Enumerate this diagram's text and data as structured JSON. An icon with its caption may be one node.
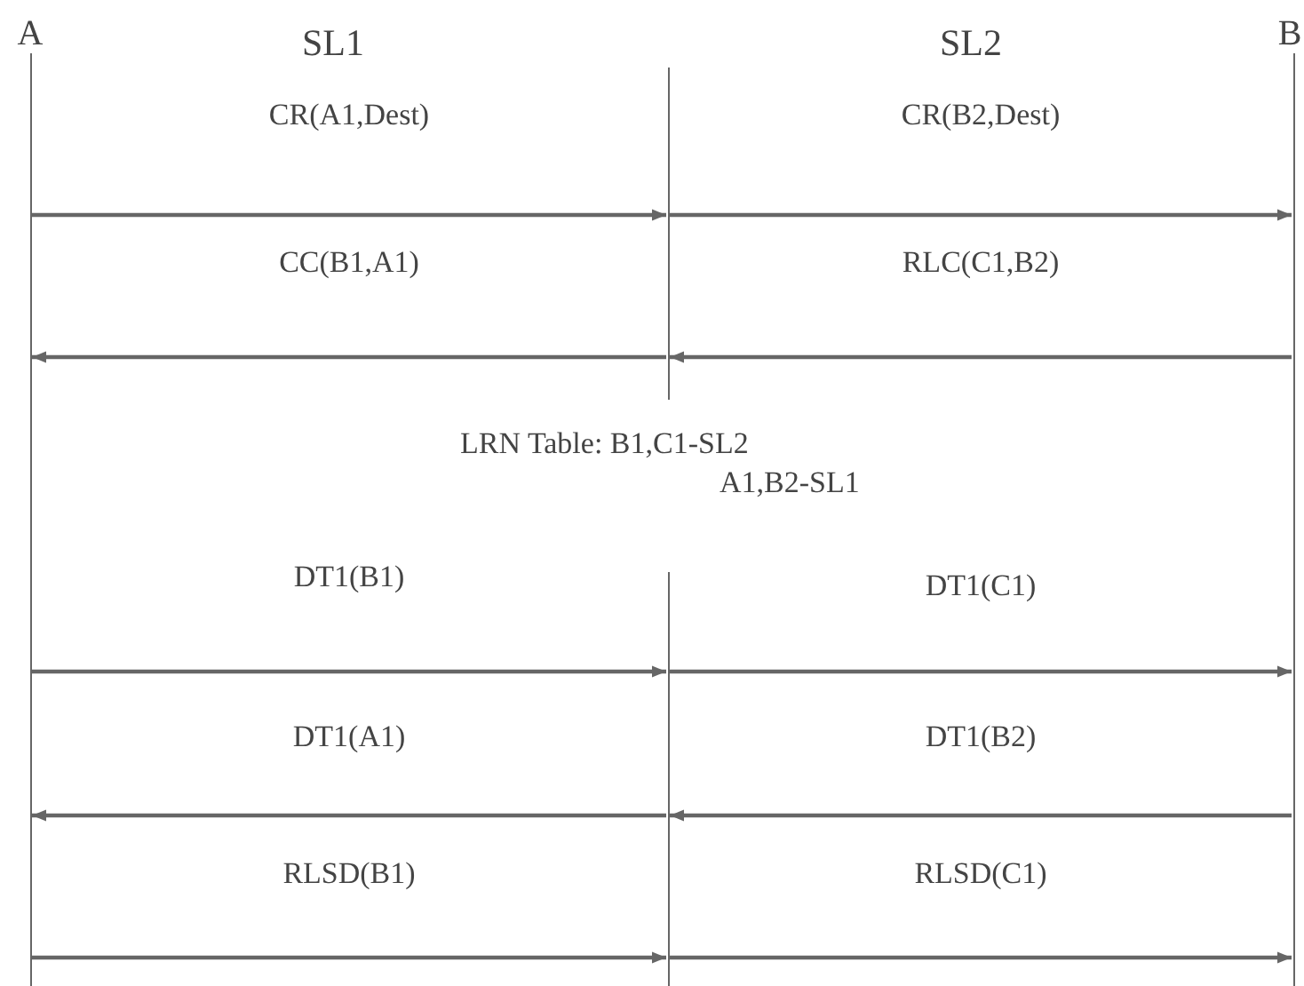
{
  "diagram": {
    "nodes": [
      {
        "text": [
          "A"
        ]
      },
      {
        "text": [],
        "shape": "bar"
      },
      {
        "text": [
          "B"
        ]
      }
    ],
    "edges": [
      {
        "from": 0,
        "to": 1,
        "arrow": "to",
        "label": "CR(A1,Dest)"
      },
      {
        "from": 1,
        "to": 2,
        "arrow": "to",
        "label": "CR(B2,Dest)"
      },
      {
        "from": 1,
        "to": 0,
        "arrow": "to",
        "label": "CC(B1,A1)"
      },
      {
        "from": 2,
        "to": 1,
        "arrow": "to",
        "label": "RLC(C1,B2)"
      },
      {
        "from": 0,
        "to": 1,
        "arrow": "to",
        "label": "DT1(B1)"
      },
      {
        "from": 1,
        "to": 2,
        "arrow": "to",
        "label": "DT1(C1)"
      },
      {
        "from": 1,
        "to": 0,
        "arrow": "to",
        "label": "DT1(A1)"
      },
      {
        "from": 2,
        "to": 1,
        "arrow": "to",
        "label": "DT1(B2)"
      },
      {
        "from": 0,
        "to": 1,
        "arrow": "to",
        "label": "RLSD(B1)"
      },
      {
        "from": 1,
        "to": 2,
        "arrow": "to",
        "label": "RLSD(C1)"
      }
    ],
    "labels": [
      "SL1",
      "SL2",
      "LRN Table: B1,C1-SL2",
      "A1,B2-SL1"
    ]
  }
}
